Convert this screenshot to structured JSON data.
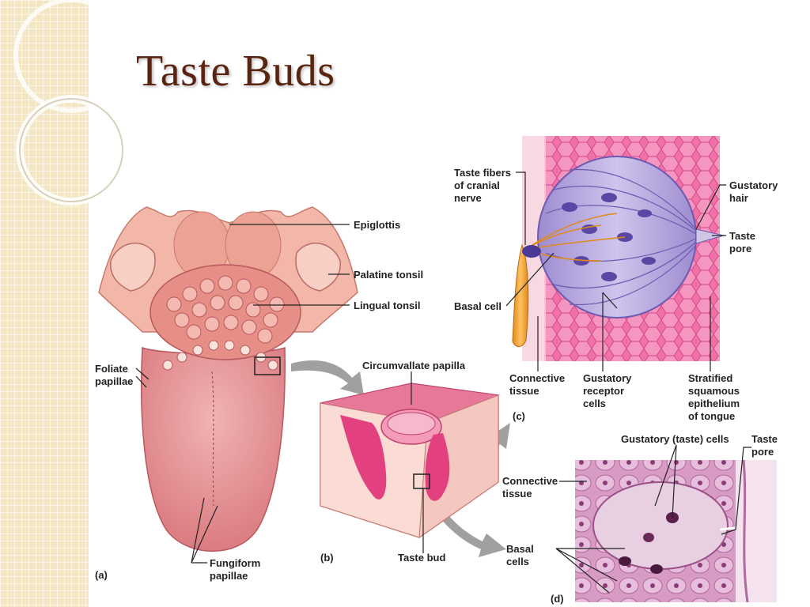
{
  "slide": {
    "title": "Taste Buds"
  },
  "labels": {
    "epiglottis": "Epiglottis",
    "palatine_tonsil": "Palatine tonsil",
    "lingual_tonsil": "Lingual tonsil",
    "foliate_papillae": "Foliate\npapillae",
    "fungiform_papillae": "Fungiform\npapillae",
    "circumvallate_papilla": "Circumvallate papilla",
    "taste_bud": "Taste bud",
    "taste_fibers": "Taste fibers\nof cranial\nnerve",
    "basal_cell": "Basal cell",
    "connective_tissue_c": "Connective\ntissue",
    "gustatory_receptor_cells": "Gustatory\nreceptor\ncells",
    "stratified_epithelium": "Stratified\nsquamous\nepithelium\nof tongue",
    "gustatory_hair": "Gustatory\nhair",
    "taste_pore_c": "Taste\npore",
    "gustatory_taste_cells": "Gustatory (taste) cells",
    "taste_pore_d": "Taste\npore",
    "connective_tissue_d": "Connective\ntissue",
    "basal_cells": "Basal\ncells"
  },
  "panels": {
    "a": "(a)",
    "b": "(b)",
    "c": "(c)",
    "d": "(d)"
  },
  "colors": {
    "title": "#5a2410",
    "tongue": "#e49a9c",
    "pink_tissue": "#ee5fa0",
    "bud_purple": "#b8a6dc",
    "nerve": "#f0a030",
    "arrow": "#a0a0a0"
  }
}
